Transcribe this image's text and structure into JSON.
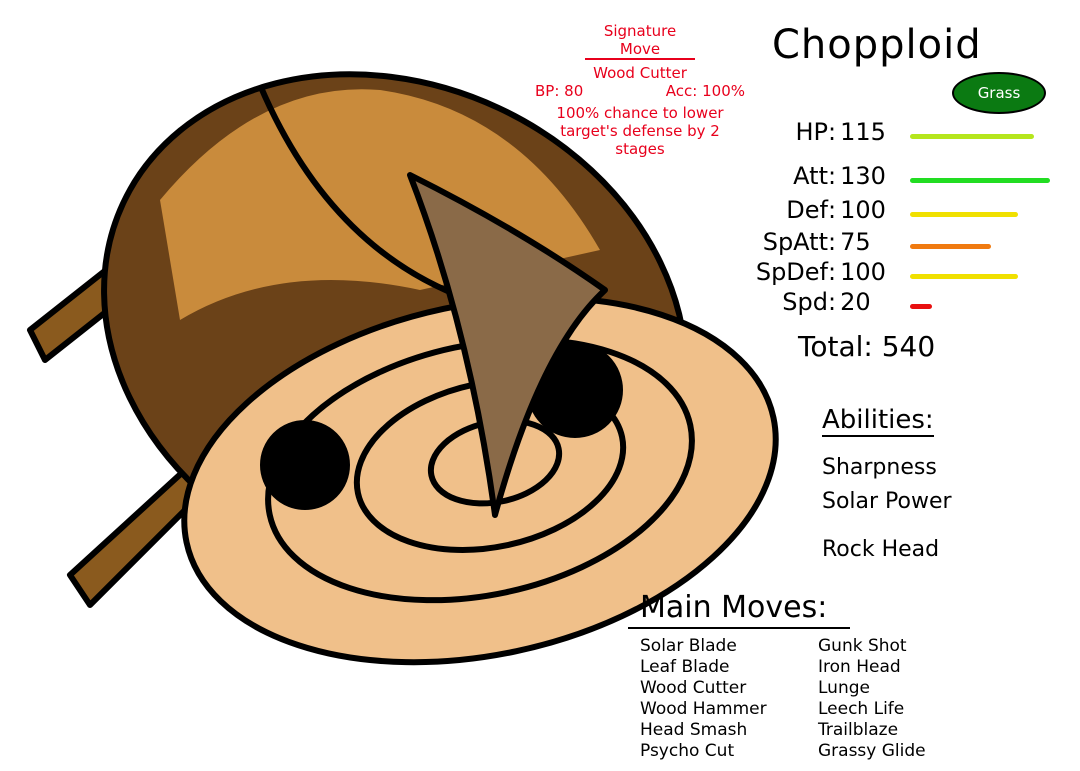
{
  "signature_move": {
    "heading": "Signature Move",
    "name": "Wood Cutter",
    "bp": "BP: 80",
    "acc": "Acc: 100%",
    "effect": "100% chance to lower target's defense by 2 stages",
    "color": "#e8001c"
  },
  "name": "Chopploid",
  "type": {
    "label": "Grass",
    "color": "#0b7a12"
  },
  "stats": [
    {
      "label": "HP",
      "value": 115,
      "color": "#b5e61d"
    },
    {
      "label": "Att",
      "value": 130,
      "color": "#22dd22"
    },
    {
      "label": "Def",
      "value": 100,
      "color": "#f0e000"
    },
    {
      "label": "SpAtt",
      "value": 75,
      "color": "#f07a10"
    },
    {
      "label": "SpDef",
      "value": 100,
      "color": "#f0e000"
    },
    {
      "label": "Spd",
      "value": 20,
      "color": "#e81010"
    }
  ],
  "total": "Total: 540",
  "abilities": {
    "heading": "Abilities:",
    "items": [
      "Sharpness",
      "Solar Power",
      "Rock Head"
    ]
  },
  "moves": {
    "heading": "Main Moves:",
    "left": [
      "Solar Blade",
      "Leaf Blade",
      "Wood Cutter",
      "Wood Hammer",
      "Head Smash",
      "Psycho Cut"
    ],
    "right": [
      "Gunk Shot",
      "Iron Head",
      "Lunge",
      "Leech Life",
      "Trailblaze",
      "Grassy Glide"
    ]
  }
}
